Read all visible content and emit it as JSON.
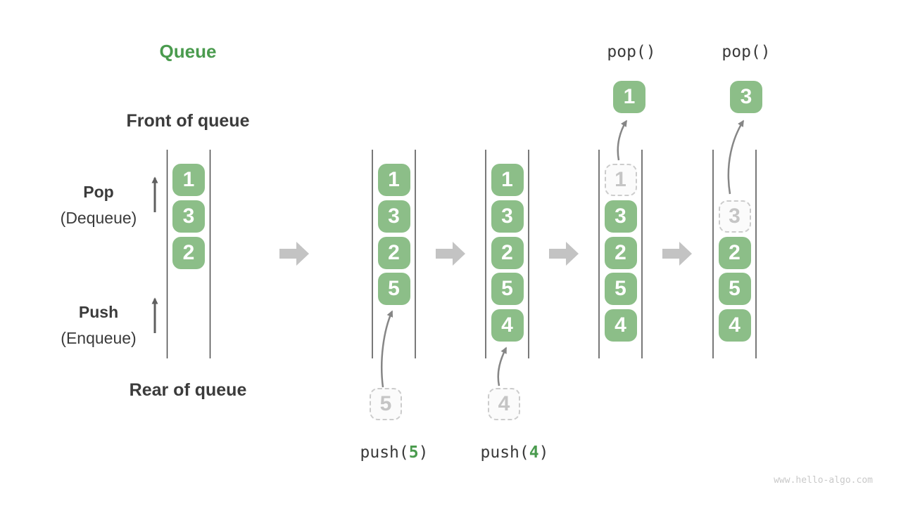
{
  "title": "Queue",
  "colors": {
    "accent_green": "#4a9b4e",
    "cell_green": "#8cbe88",
    "ghost_gray": "#c5c5c5",
    "arrow_gray": "#c3c3c3"
  },
  "labels": {
    "front": "Front of queue",
    "rear": "Rear of queue",
    "pop": "Pop",
    "pop_sub": "(Dequeue)",
    "push": "Push",
    "push_sub": "(Enqueue)"
  },
  "pop_ops": [
    "pop()",
    "pop()"
  ],
  "push_ops": [
    {
      "prefix": "push(",
      "arg": "5",
      "suffix": ")"
    },
    {
      "prefix": "push(",
      "arg": "4",
      "suffix": ")"
    }
  ],
  "queues": [
    {
      "cells": [
        {
          "slot": 0,
          "value": "1"
        },
        {
          "slot": 1,
          "value": "3"
        },
        {
          "slot": 2,
          "value": "2"
        }
      ]
    },
    {
      "cells": [
        {
          "slot": 0,
          "value": "1"
        },
        {
          "slot": 1,
          "value": "3"
        },
        {
          "slot": 2,
          "value": "2"
        },
        {
          "slot": 3,
          "value": "5"
        }
      ]
    },
    {
      "cells": [
        {
          "slot": 0,
          "value": "1"
        },
        {
          "slot": 1,
          "value": "3"
        },
        {
          "slot": 2,
          "value": "2"
        },
        {
          "slot": 3,
          "value": "5"
        },
        {
          "slot": 4,
          "value": "4"
        }
      ]
    },
    {
      "cells": [
        {
          "slot": 0,
          "value": "1",
          "ghost": true
        },
        {
          "slot": 1,
          "value": "3"
        },
        {
          "slot": 2,
          "value": "2"
        },
        {
          "slot": 3,
          "value": "5"
        },
        {
          "slot": 4,
          "value": "4"
        }
      ]
    },
    {
      "cells": [
        {
          "slot": 1,
          "value": "3",
          "ghost": true
        },
        {
          "slot": 2,
          "value": "2"
        },
        {
          "slot": 3,
          "value": "5"
        },
        {
          "slot": 4,
          "value": "4"
        }
      ]
    }
  ],
  "popped": [
    {
      "value": "1"
    },
    {
      "value": "3"
    }
  ],
  "push_ghosts": [
    {
      "value": "5"
    },
    {
      "value": "4"
    }
  ],
  "watermark": "www.hello-algo.com"
}
